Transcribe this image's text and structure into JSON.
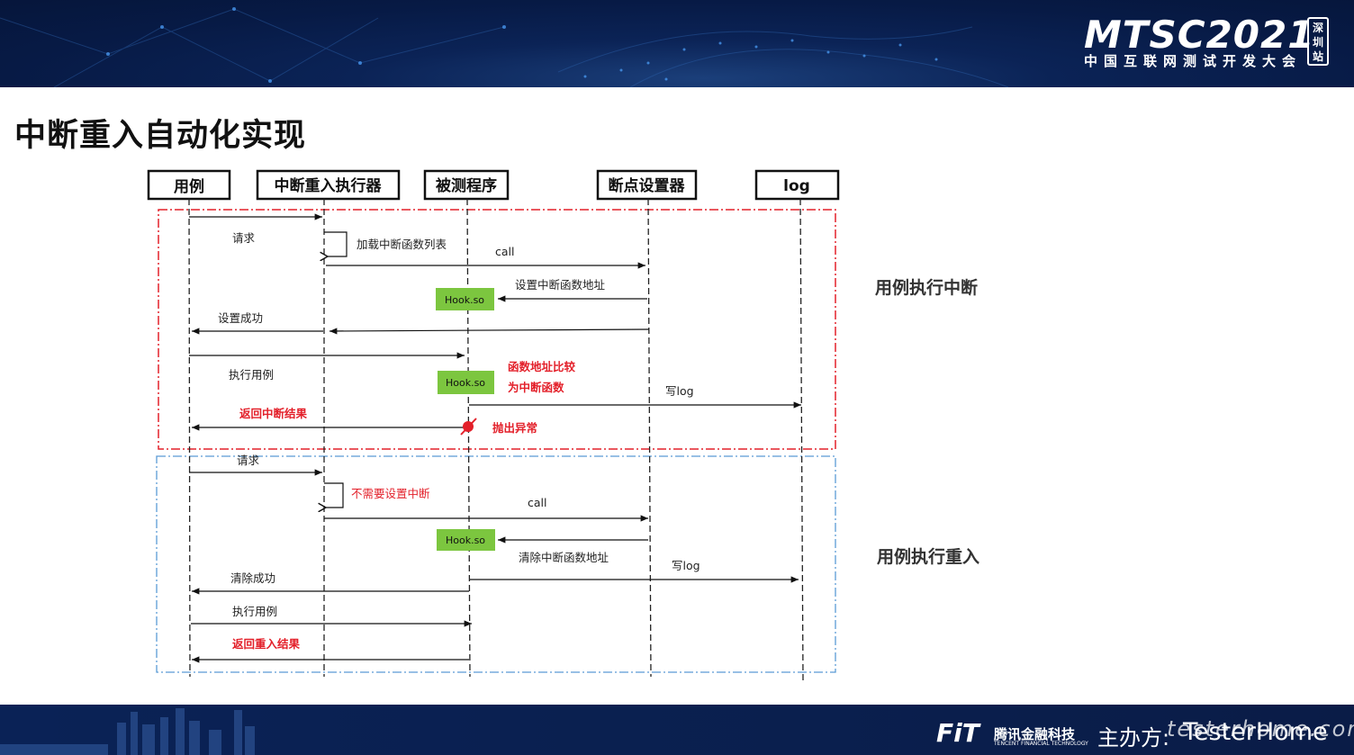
{
  "header": {
    "brand": "MTSC2021",
    "subtitle": "中国互联网测试开发大会",
    "badge": "深圳站"
  },
  "slide_title": "中断重入自动化实现",
  "participants": [
    "用例",
    "中断重入执行器",
    "被测程序",
    "断点设置器",
    "log"
  ],
  "sections": {
    "interrupt": "用例执行中断",
    "reentry": "用例执行重入"
  },
  "messages": {
    "request": "请求",
    "load_list": "加载中断函数列表",
    "call": "call",
    "set_addr": "设置中断函数地址",
    "set_ok": "设置成功",
    "run_case": "执行用例",
    "compare_1": "函数地址比较",
    "compare_2": "为中断函数",
    "write_log": "写log",
    "return_interrupt": "返回中断结果",
    "throw": "抛出异常",
    "request2": "请求",
    "no_interrupt": "不需要设置中断",
    "call2": "call",
    "clear_addr": "清除中断函数地址",
    "write_log2": "写log",
    "clear_ok": "清除成功",
    "run_case2": "执行用例",
    "return_reentry": "返回重入结果"
  },
  "hook_label": "Hook.so",
  "footer": {
    "fit": "FiT",
    "tencent": "腾讯金融科技",
    "tencent_en": "TENCENT FINANCIAL TECHNOLOGY",
    "host": "主办方:",
    "tester": "TesterHome",
    "watermark": "testerhome.com"
  },
  "colors": {
    "red_frame": "#e3202a",
    "blue_frame": "#5b9bd5",
    "hook_green": "#7cc63f",
    "red_text": "#e3202a"
  }
}
